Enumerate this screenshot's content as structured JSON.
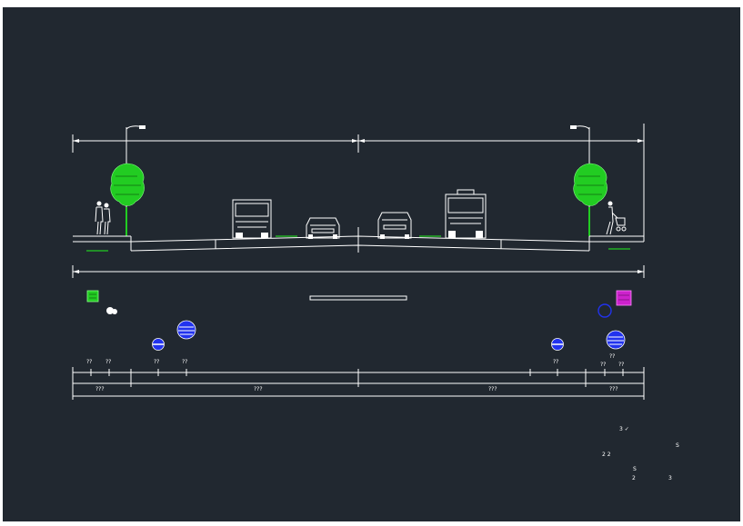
{
  "drawing": {
    "background_color": "#212830",
    "line_color": "#ffffff",
    "tree_color": "#22cc22",
    "magenta_color": "#cc22cc",
    "blue_color": "#2233ee"
  },
  "dimensions": {
    "top_row_labels": [
      "??",
      "??",
      "??",
      "??",
      "??",
      "??",
      "??"
    ],
    "bottom_row_labels": [
      "???",
      "???",
      "???",
      "???"
    ],
    "utility_label": "??"
  },
  "notes": {
    "n1": "3 ✓",
    "n2": "2 2",
    "n3": "S",
    "n4": "S",
    "n5": "2",
    "n6": "3"
  }
}
